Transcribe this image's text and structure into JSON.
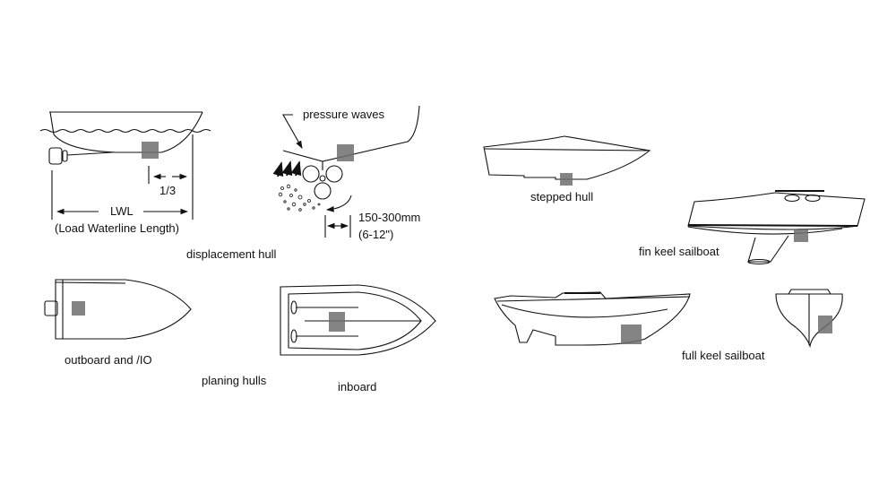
{
  "labels": {
    "pressure_waves": "pressure waves",
    "one_third": "1/3",
    "lwl": "LWL",
    "lwl_full": "(Load Waterline Length)",
    "clearance_mm": "150-300mm",
    "clearance_in": "(6-12\")",
    "displacement_hull": "displacement hull",
    "stepped_hull": "stepped hull",
    "fin_keel_sailboat": "fin keel sailboat",
    "full_keel_sailboat": "full keel sailboat",
    "outboard_io": "outboard and /IO",
    "planing_hulls": "planing hulls",
    "inboard": "inboard"
  },
  "colors": {
    "marker": "#6f6f6f",
    "line": "#111111"
  }
}
